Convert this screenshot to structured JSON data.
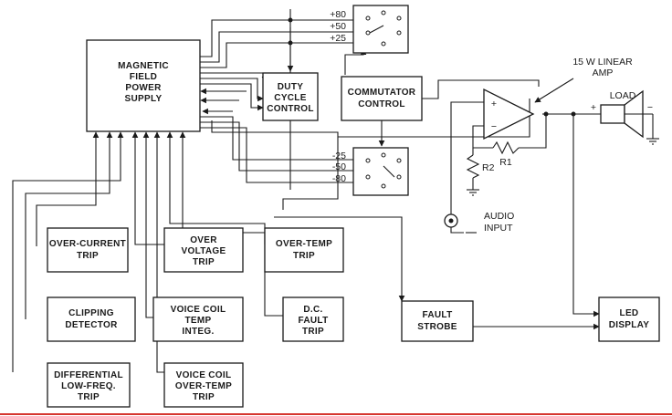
{
  "blocks": {
    "power_supply": [
      "MAGNETIC",
      "FIELD",
      "POWER",
      "SUPPLY"
    ],
    "duty_cycle": [
      "DUTY",
      "CYCLE",
      "CONTROL"
    ],
    "commutator": [
      "COMMUTATOR",
      "CONTROL"
    ],
    "over_current": [
      "OVER-CURRENT",
      "TRIP"
    ],
    "over_voltage": [
      "OVER",
      "VOLTAGE",
      "TRIP"
    ],
    "over_temp": [
      "OVER-TEMP",
      "TRIP"
    ],
    "clipping": [
      "CLIPPING",
      "DETECTOR"
    ],
    "voice_coil_integ": [
      "VOICE COIL",
      "TEMP",
      "INTEG."
    ],
    "dc_fault": [
      "D.C.",
      "FAULT",
      "TRIP"
    ],
    "fault_strobe": [
      "FAULT",
      "STROBE"
    ],
    "led_display": [
      "LED",
      "DISPLAY"
    ],
    "differential": [
      "DIFFERENTIAL",
      "LOW-FREQ.",
      "TRIP"
    ],
    "voice_coil_overtemp": [
      "VOICE COIL",
      "OVER-TEMP",
      "TRIP"
    ]
  },
  "rails": {
    "positive": [
      "+80",
      "+50",
      "+25"
    ],
    "negative": [
      "-25",
      "-50",
      "-80"
    ]
  },
  "amplifier": {
    "label": [
      "15 W LINEAR",
      "AMP"
    ],
    "plus": "+",
    "minus": "−"
  },
  "components": {
    "r1": "R1",
    "r2": "R2",
    "audio_input": [
      "AUDIO",
      "INPUT"
    ],
    "load": "LOAD",
    "load_plus": "+",
    "load_minus": "−"
  },
  "colors": {
    "ink": "#1a1a1a",
    "page": "#ffffff",
    "bottom_rule": "#d6362f"
  }
}
